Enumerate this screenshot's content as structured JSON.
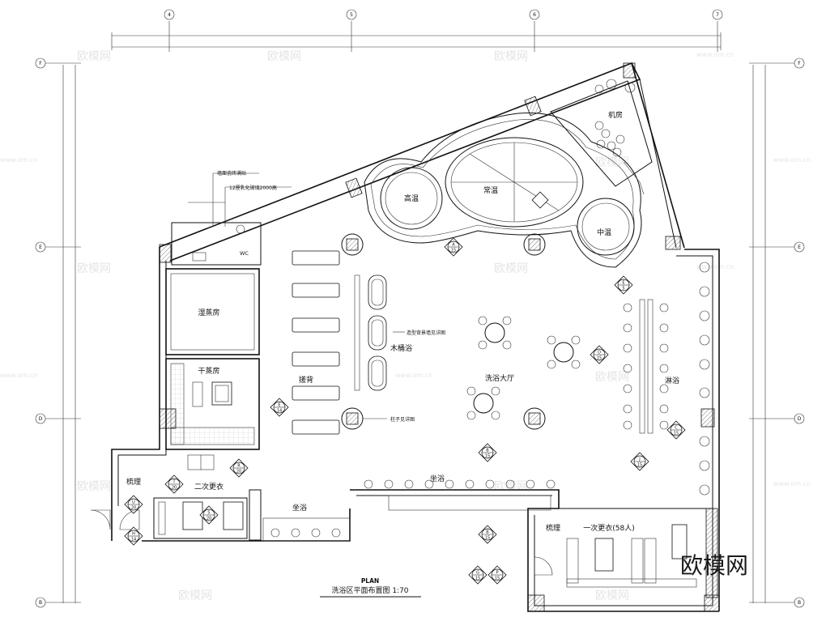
{
  "grid": {
    "columns": [
      "4",
      "5",
      "6",
      "7"
    ],
    "rows": [
      "F",
      "E",
      "D",
      "B"
    ]
  },
  "rooms": {
    "high_temp": "高温",
    "normal_temp": "常温",
    "mid_temp": "中温",
    "machine_room": "机房",
    "wc": "WC",
    "steam_room": "湿蒸房",
    "dry_sauna": "干蒸房",
    "scrub": "搓背",
    "wooden_tub": "木桶浴",
    "bath_hall": "洗浴大厅",
    "shower": "淋浴",
    "second_locker": "二次更衣",
    "grooming_left": "梳理",
    "sitting_bath_left": "坐浴",
    "sitting_bath_mid": "坐浴",
    "grooming_right": "梳理",
    "first_locker": "一次更衣(58人)"
  },
  "notes": {
    "wall_tile": "墙面瓷砖满贴",
    "glass": "12厘乳化玻璃2000高",
    "feature_wall": "造型背景墙见详图",
    "column_detail": "柱子见详图"
  },
  "title": {
    "plan": "PLAN",
    "caption": "洗浴区平面布置图 1:70"
  },
  "callouts": {
    "c1": {
      "top": "A",
      "bottom": "15"
    },
    "c2": {
      "top": "E",
      "bottom": "14"
    },
    "c3": {
      "top": "B",
      "bottom": "15"
    },
    "c4": {
      "top": "C",
      "bottom": "15"
    },
    "c5": {
      "top": "D",
      "bottom": "15"
    },
    "c6": {
      "top": "J",
      "bottom": "15"
    },
    "c7": {
      "top": "T",
      "bottom": "20"
    },
    "c8": {
      "top": "S",
      "bottom": "20"
    },
    "c9": {
      "top": "R",
      "bottom": "20"
    },
    "c10": {
      "top": "U",
      "bottom": "20"
    },
    "c11": {
      "top": "H",
      "bottom": "14"
    },
    "c12": {
      "top": "B",
      "bottom": "15"
    },
    "c13": {
      "top": "G",
      "bottom": "15"
    },
    "c14": {
      "top": "P",
      "bottom": "15"
    },
    "c15": {
      "top": "E",
      "bottom": "5"
    }
  },
  "watermark": {
    "text": "欧模网",
    "url": "www.om.cn"
  },
  "brand": "欧模网"
}
